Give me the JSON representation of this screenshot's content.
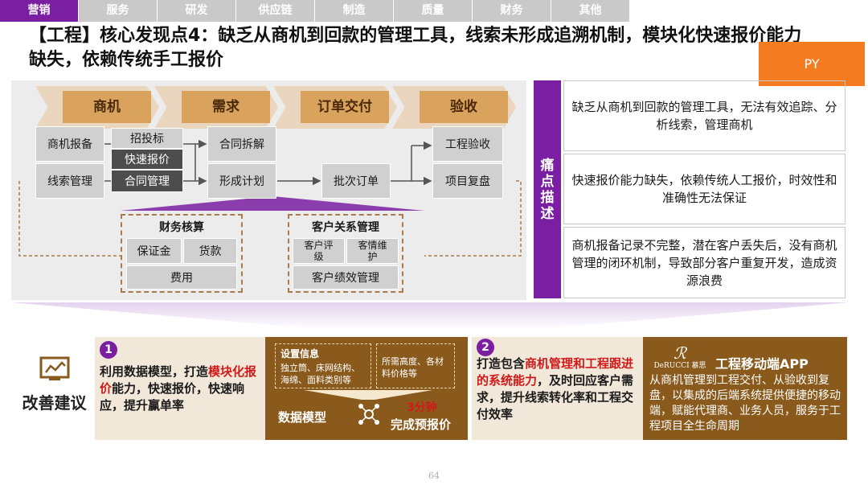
{
  "tabs": [
    "营销",
    "服务",
    "研发",
    "供应链",
    "制造",
    "质量",
    "财务",
    "其他"
  ],
  "title": "【工程】核心发现点4：缺乏从商机到回款的管理工具，线索未形成追溯机制，模块化快速报价能力缺失，依赖传统手工报价",
  "badge": "PY",
  "stages": [
    "商机",
    "需求",
    "订单交付",
    "验收"
  ],
  "flow": {
    "opportunity_report": "商机报备",
    "lead_mgmt": "线索管理",
    "bidding": "招投标",
    "quick_quote": "快速报价",
    "contract_mgmt": "合同管理",
    "contract_split": "合同拆解",
    "make_plan": "形成计划",
    "batch_order": "批次订单",
    "acceptance": "工程验收",
    "review": "项目复盘"
  },
  "finance": {
    "title": "财务核算",
    "deposit": "保证金",
    "payment": "货款",
    "cost": "费用"
  },
  "crm": {
    "title": "客户关系管理",
    "rating": "客户评级",
    "care": "客情维护",
    "perf": "客户绩效管理"
  },
  "pain": {
    "label": "痛点描述",
    "items": [
      "缺乏从商机到回款的管理工具，无法有效追踪、分析线索，管理商机",
      "快速报价能力缺失，依赖传统人工报价，时效性和准确性无法保证",
      "商机报备记录不完整，潜在客户丢失后，没有商机管理的闭环机制，导致部分客户重复开发，造成资源浪费"
    ]
  },
  "improve": {
    "label": "改善建议"
  },
  "sol1": {
    "num": "1",
    "text_a": "利用数据模型，打造",
    "text_red": "模块化报价",
    "text_b": "能力，快速报价，快速响应，提升赢单率",
    "settings_title": "设置信息",
    "settings_detail": "独立筒、床网结构、海绵、面料类别等",
    "calc_detail": "所需高度、各材料价格等",
    "model_label": "数据模型",
    "time_red": "3分钟",
    "quote_label": "完成预报价"
  },
  "sol2": {
    "num": "2",
    "text_a": "打造包含",
    "text_red": "商机管理和工程跟进的系统能力",
    "text_b": "，及时回应客户需求，提升线索转化率和工程交付效率",
    "brand": "DeRUCCI 慕思",
    "app_title": "工程移动端APP",
    "app_desc": "从商机管理到工程交付、从验收到复盘，以集成的后端系统提供便捷的移动端，赋能代理商、业务人员，服务于工程项目全生命周期"
  },
  "page_number": "64",
  "colors": {
    "accent": "#7a1fa2",
    "orange": "#f47b20",
    "brown": "#8a5a1c",
    "tan": "#d9a35e",
    "red": "#d01919"
  }
}
